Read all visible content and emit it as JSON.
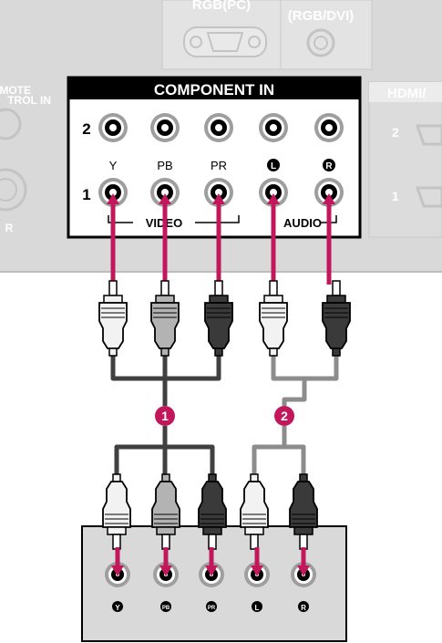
{
  "tv_panel": {
    "rgb_pc_label": "RGB(PC)",
    "rgb_dvi_label": "(RGB/DVI)",
    "remote_label_1": "MOTE",
    "remote_label_2": "TROL IN",
    "remote_label_3": "R",
    "hdmi_label": "HDMI/",
    "hdmi_row_2": "2",
    "hdmi_row_1": "1"
  },
  "component_in": {
    "title": "COMPONENT IN",
    "row_labels": [
      "2",
      "1"
    ],
    "jack_labels": [
      "Y",
      "PB",
      "PR",
      "L",
      "R"
    ],
    "video_label": "VIDEO",
    "audio_label": "AUDIO"
  },
  "callouts": [
    "1",
    "2"
  ],
  "device": {
    "jack_labels": [
      "Y",
      "PB",
      "PR",
      "L",
      "R"
    ]
  },
  "colors": {
    "panel_gray": "#d9d9d9",
    "black_header": "#000000",
    "cable_magenta": "#c2185b",
    "video_cable": "#404040",
    "audio_cable": "#8c8c8c",
    "plug_white": "#f2f2f2",
    "plug_gray": "#b3b3b3",
    "plug_black": "#3a3a3a"
  }
}
